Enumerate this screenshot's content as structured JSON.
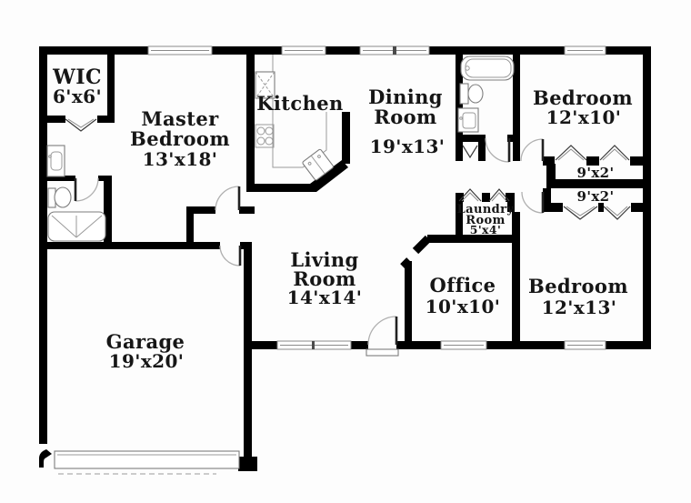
{
  "floorplan": {
    "colors": {
      "wall": "#000000",
      "text": "#161616",
      "fixture_line": "#8a8a8a"
    },
    "rooms": {
      "wic": {
        "name": "WIC",
        "dims": "6'x6'"
      },
      "master_bedroom": {
        "name_line1": "Master",
        "name_line2": "Bedroom",
        "dims": "13'x18'"
      },
      "kitchen": {
        "name": "Kitchen"
      },
      "dining_room": {
        "name_line1": "Dining",
        "name_line2": "Room",
        "dims": "19'x13'"
      },
      "bedroom_top": {
        "name": "Bedroom",
        "dims": "12'x10'"
      },
      "closet_top": {
        "dims": "9'x2'"
      },
      "closet_bottom": {
        "dims": "9'x2'"
      },
      "laundry_room": {
        "name_line1": "Laundry",
        "name_line2": "Room",
        "dims": "5'x4'"
      },
      "living_room": {
        "name_line1": "Living",
        "name_line2": "Room",
        "dims": "14'x14'"
      },
      "office": {
        "name": "Office",
        "dims": "10'x10'"
      },
      "bedroom_bottom": {
        "name": "Bedroom",
        "dims": "12'x13'"
      },
      "garage": {
        "name": "Garage",
        "dims": "19'x20'"
      }
    },
    "fixtures": [
      "bathtub-icon",
      "toilet-icon",
      "sink-icon",
      "shower-icon",
      "refrigerator-icon",
      "stove-icon",
      "kitchen-sink-icon",
      "bifold-door-icon",
      "door-swing-icon",
      "window-icon",
      "garage-door-icon",
      "front-door-stoop-icon"
    ]
  }
}
